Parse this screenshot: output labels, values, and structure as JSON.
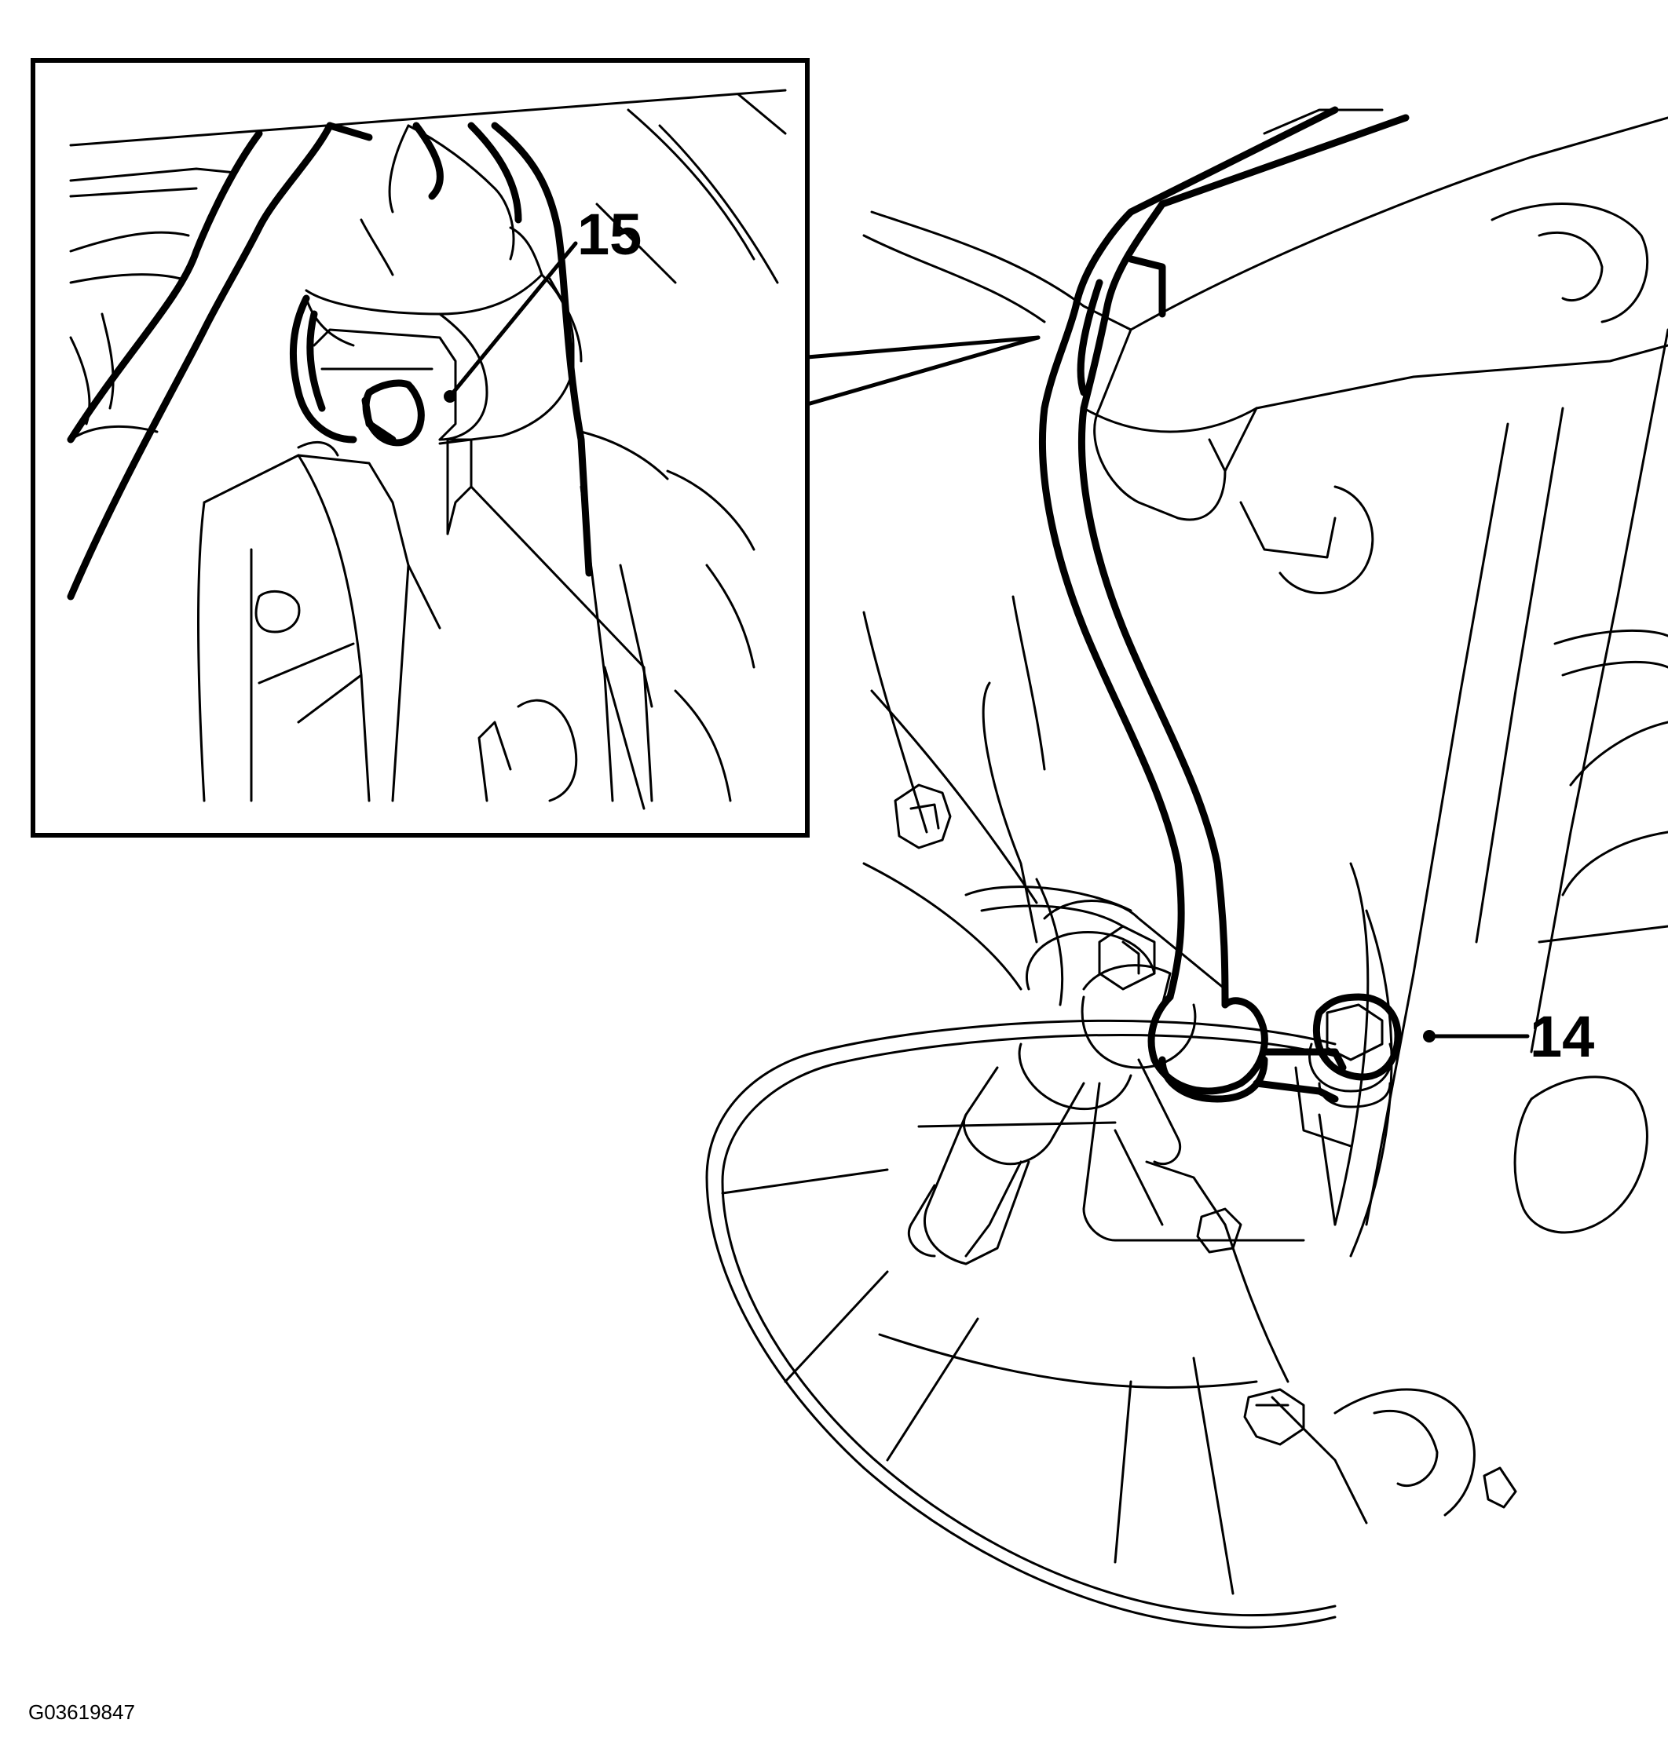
{
  "callouts": {
    "upper": "15",
    "lower": "14"
  },
  "figure_id": "G03619847"
}
